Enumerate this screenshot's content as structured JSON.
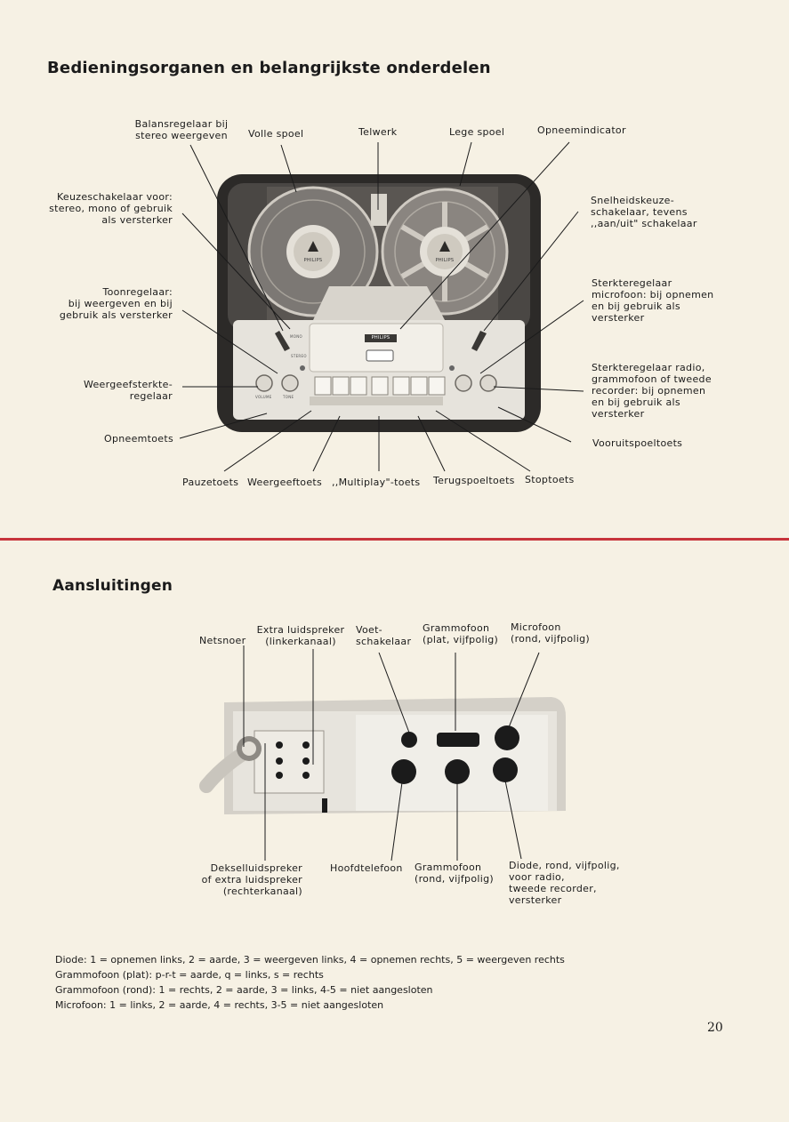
{
  "sections": {
    "controls_title": "Bedieningsorganen en belangrijkste onderdelen",
    "connections_title": "Aansluitingen"
  },
  "device_text": {
    "brand_left": "PHILIPS",
    "brand_right": "PHILIPS",
    "panel_brand": "PHILIPS",
    "knob_labels": [
      "VOLUME",
      "TONE",
      "STEREO",
      "MONO"
    ]
  },
  "controls_labels": {
    "balansregelaar": [
      "Balansregelaar bij",
      "stereo weergeven"
    ],
    "volle_spoel": "Volle spoel",
    "telwerk": "Telwerk",
    "lege_spoel": "Lege spoel",
    "opneemindicator": "Opneemindicator",
    "keuzeschakelaar": [
      "Keuzeschakelaar voor:",
      "stereo, mono of gebruik",
      "als versterker"
    ],
    "snelheidskeuze": [
      "Snelheidskeuze-",
      "schakelaar, tevens",
      ",,aan/uit\" schakelaar"
    ],
    "toonregelaar": [
      "Toonregelaar:",
      "bij weergeven en bij",
      "gebruik als versterker"
    ],
    "sterkteregelaar_microfoon": [
      "Sterkteregelaar",
      "microfoon: bij opnemen",
      "en bij gebruik als",
      "versterker"
    ],
    "weergeefsterkte": [
      "Weergeefsterkte-",
      "regelaar"
    ],
    "sterkteregelaar_radio": [
      "Sterkteregelaar radio,",
      "grammofoon of tweede",
      "recorder: bij opnemen",
      "en bij gebruik als",
      "versterker"
    ],
    "opneemtoets": "Opneemtoets",
    "vooruitspoeltoets": "Vooruitspoeltoets",
    "pauzetoets": "Pauzetoets",
    "weergeeftoets": "Weergeeftoets",
    "multiplay": ",,Multiplay\"-toets",
    "terugspoeltoets": "Terugspoeltoets",
    "stoptoets": "Stoptoets"
  },
  "connections_labels": {
    "netsnoer": "Netsnoer",
    "extra_luidspreker": [
      "Extra luidspreker",
      "(linkerkanaal)"
    ],
    "voetschakelaar": [
      "Voet-",
      "schakelaar"
    ],
    "grammofoon_plat": [
      "Grammofoon",
      "(plat, vijfpolig)"
    ],
    "microfoon": [
      "Microfoon",
      "(rond, vijfpolig)"
    ],
    "dekselluidspreker": [
      "Dekselluidspreker",
      "of extra luidspreker",
      "(rechterkanaal)"
    ],
    "hoofdtelefoon": "Hoofdtelefoon",
    "grammofoon_rond": [
      "Grammofoon",
      "(rond, vijfpolig)"
    ],
    "diode": [
      "Diode, rond, vijfpolig,",
      "voor radio,",
      "tweede recorder,",
      "versterker"
    ]
  },
  "legend": [
    "Diode: 1 = opnemen links, 2 = aarde, 3 = weergeven links, 4 = opnemen rechts, 5 = weergeven rechts",
    "Grammofoon (plat): p-r-t = aarde, q = links, s = rechts",
    "Grammofoon (rond): 1 = rechts, 2 = aarde, 3 = links, 4-5 = niet aangesloten",
    "Microfoon: 1 = links, 2 = aarde, 4 = rechts, 3-5 = niet aangesloten"
  ],
  "page_number": "20",
  "colors": {
    "paper": "#f6f1e4",
    "divider_red": "#c7343b",
    "cabinet": "#2c2a28",
    "panel": "#e6e3dc"
  }
}
